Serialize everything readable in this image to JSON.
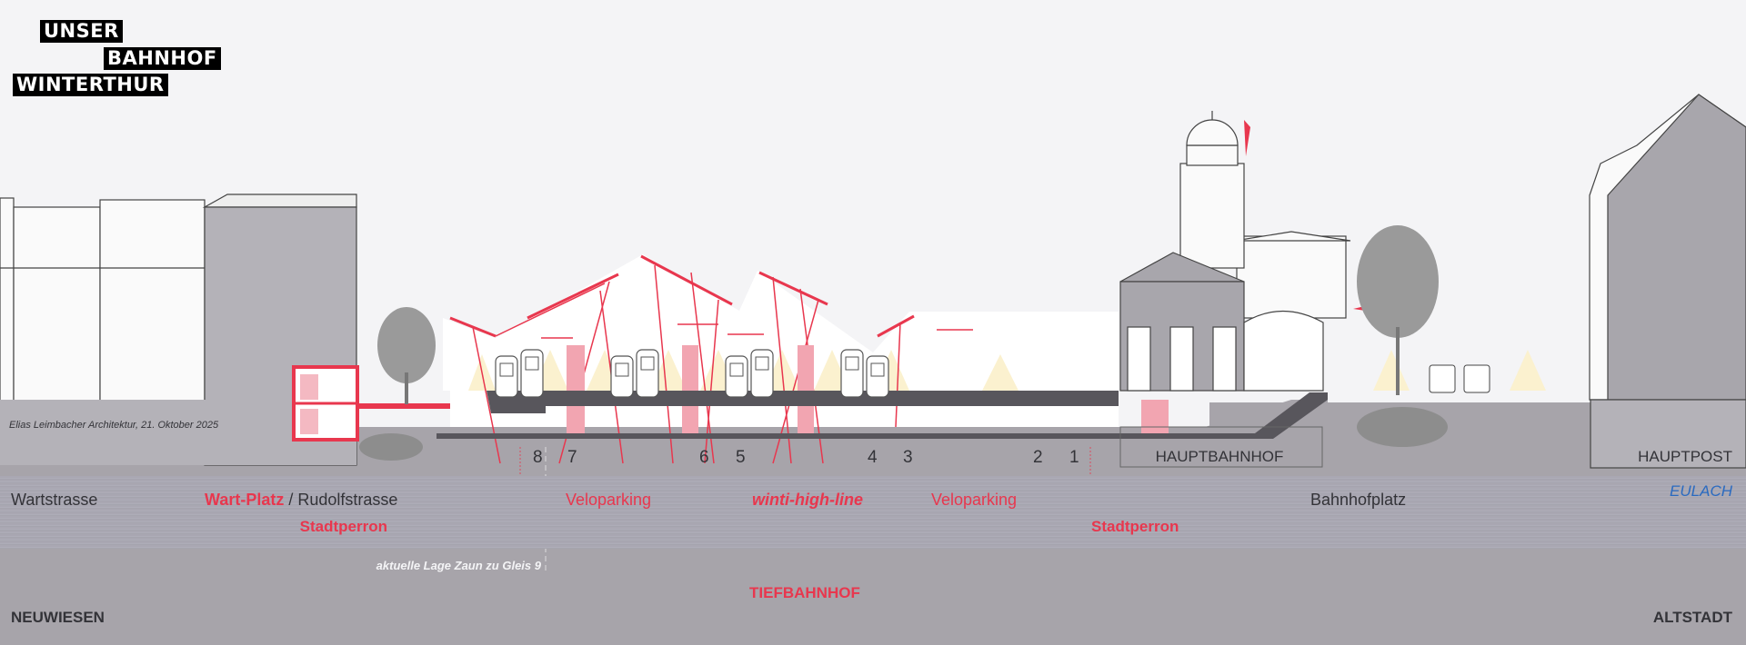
{
  "logo": {
    "line1": "UNSER",
    "line2": "BAHNHOF",
    "line3": "WINTERTHUR"
  },
  "credit": "Elias Leimbacher Architektur, 21. Oktober 2025",
  "tracks": [
    "8",
    "7",
    "6",
    "5",
    "4",
    "3",
    "2",
    "1"
  ],
  "buildings": {
    "station": "HAUPTBAHNHOF",
    "post": "HAUPTPOST"
  },
  "streets": {
    "wartstrasse": "Wartstrasse",
    "wart_platz": "Wart-Platz",
    "separator": "/",
    "rudolfstrasse": "Rudolfstrasse",
    "veloparking_left": "Veloparking",
    "high_line": "winti-high-line",
    "veloparking_right": "Veloparking",
    "bahnhofplatz": "Bahnhofplatz",
    "eulach": "EULACH"
  },
  "stadtperron_left": "Stadtperron",
  "stadtperron_right": "Stadtperron",
  "fence_note": "aktuelle Lage Zaun zu Gleis 9",
  "tiefbahnhof": "TIEFBAHNHOF",
  "districts": {
    "left": "NEUWIESEN",
    "right": "ALTSTADT"
  },
  "colors": {
    "accent": "#e8374e",
    "sky": "#f4f4f6",
    "ground": "#a7a4aa",
    "slab": "#58565c",
    "river": "#2a6ac0"
  }
}
